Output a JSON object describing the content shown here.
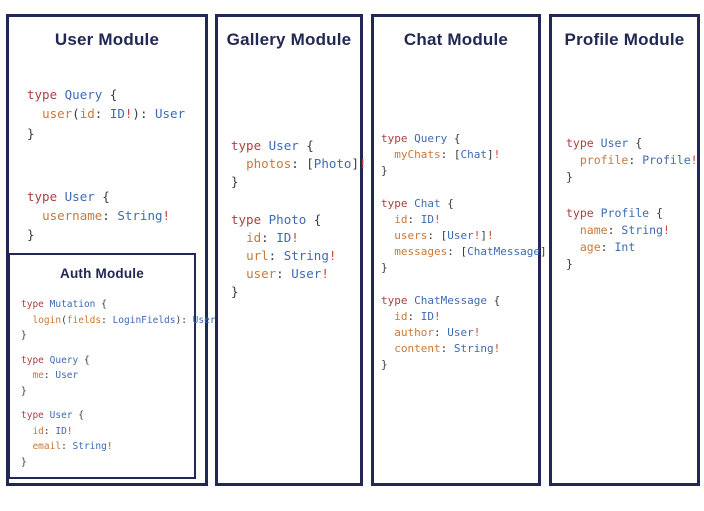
{
  "colors": {
    "background": "#ffffff",
    "navy": "#212853",
    "keyword": "#a94142",
    "type_name": "#3e6bb0",
    "field_name": "#c9793a",
    "punctuation": "#3b3b3b",
    "non_null_bang": "#c5473c"
  },
  "panels": [
    {
      "id": "user-module",
      "title": "User Module",
      "blocks": [
        {
          "lines": [
            [
              [
                "type",
                "kw"
              ],
              [
                " "
              ],
              [
                "Query",
                "type"
              ],
              [
                " {"
              ]
            ],
            [
              [
                "  "
              ],
              [
                "user",
                "field"
              ],
              [
                "("
              ],
              [
                "id",
                "field"
              ],
              [
                ": "
              ],
              [
                "ID",
                "type"
              ],
              [
                "!",
                "bang"
              ],
              [
                "): "
              ],
              [
                "User",
                "type"
              ]
            ],
            [
              [
                "}"
              ]
            ]
          ]
        },
        {
          "lines": [
            [
              [
                "type",
                "kw"
              ],
              [
                " "
              ],
              [
                "User",
                "type"
              ],
              [
                " {"
              ]
            ],
            [
              [
                "  "
              ],
              [
                "username",
                "field"
              ],
              [
                ": "
              ],
              [
                "String",
                "type"
              ],
              [
                "!",
                "bang"
              ]
            ],
            [
              [
                "}"
              ]
            ]
          ]
        }
      ],
      "sub_panel": {
        "id": "auth-module",
        "title": "Auth Module",
        "blocks": [
          {
            "lines": [
              [
                [
                  "type",
                  "kw"
                ],
                [
                  " "
                ],
                [
                  "Mutation",
                  "type"
                ],
                [
                  " {"
                ]
              ],
              [
                [
                  "  "
                ],
                [
                  "login",
                  "field"
                ],
                [
                  "("
                ],
                [
                  "fields",
                  "field"
                ],
                [
                  ": "
                ],
                [
                  "LoginFields",
                  "type"
                ],
                [
                  "): "
                ],
                [
                  "User",
                  "type"
                ]
              ],
              [
                [
                  "}"
                ]
              ]
            ]
          },
          {
            "lines": [
              [
                [
                  "type",
                  "kw"
                ],
                [
                  " "
                ],
                [
                  "Query",
                  "type"
                ],
                [
                  " {"
                ]
              ],
              [
                [
                  "  "
                ],
                [
                  "me",
                  "field"
                ],
                [
                  ": "
                ],
                [
                  "User",
                  "type"
                ]
              ],
              [
                [
                  "}"
                ]
              ]
            ]
          },
          {
            "lines": [
              [
                [
                  "type",
                  "kw"
                ],
                [
                  " "
                ],
                [
                  "User",
                  "type"
                ],
                [
                  " {"
                ]
              ],
              [
                [
                  "  "
                ],
                [
                  "id",
                  "field"
                ],
                [
                  ": "
                ],
                [
                  "ID",
                  "type"
                ],
                [
                  "!",
                  "bang"
                ]
              ],
              [
                [
                  "  "
                ],
                [
                  "email",
                  "field"
                ],
                [
                  ": "
                ],
                [
                  "String",
                  "type"
                ],
                [
                  "!",
                  "bang"
                ]
              ],
              [
                [
                  "}"
                ]
              ]
            ]
          }
        ]
      }
    },
    {
      "id": "gallery-module",
      "title": "Gallery Module",
      "blocks": [
        {
          "lines": [
            [
              [
                "type",
                "kw"
              ],
              [
                " "
              ],
              [
                "User",
                "type"
              ],
              [
                " {"
              ]
            ],
            [
              [
                "  "
              ],
              [
                "photos",
                "field"
              ],
              [
                ": ["
              ],
              [
                "Photo",
                "type"
              ],
              [
                "]"
              ],
              [
                "!",
                "bang"
              ]
            ],
            [
              [
                "}"
              ]
            ]
          ]
        },
        {
          "lines": [
            [
              [
                "type",
                "kw"
              ],
              [
                " "
              ],
              [
                "Photo",
                "type"
              ],
              [
                " {"
              ]
            ],
            [
              [
                "  "
              ],
              [
                "id",
                "field"
              ],
              [
                ": "
              ],
              [
                "ID",
                "type"
              ],
              [
                "!",
                "bang"
              ]
            ],
            [
              [
                "  "
              ],
              [
                "url",
                "field"
              ],
              [
                ": "
              ],
              [
                "String",
                "type"
              ],
              [
                "!",
                "bang"
              ]
            ],
            [
              [
                "  "
              ],
              [
                "user",
                "field"
              ],
              [
                ": "
              ],
              [
                "User",
                "type"
              ],
              [
                "!",
                "bang"
              ]
            ],
            [
              [
                "}"
              ]
            ]
          ]
        }
      ]
    },
    {
      "id": "chat-module",
      "title": "Chat Module",
      "blocks": [
        {
          "lines": [
            [
              [
                "type",
                "kw"
              ],
              [
                " "
              ],
              [
                "Query",
                "type"
              ],
              [
                " {"
              ]
            ],
            [
              [
                "  "
              ],
              [
                "myChats",
                "field"
              ],
              [
                ": ["
              ],
              [
                "Chat",
                "type"
              ],
              [
                "]"
              ],
              [
                "!",
                "bang"
              ]
            ],
            [
              [
                "}"
              ]
            ]
          ]
        },
        {
          "lines": [
            [
              [
                "type",
                "kw"
              ],
              [
                " "
              ],
              [
                "Chat",
                "type"
              ],
              [
                " {"
              ]
            ],
            [
              [
                "  "
              ],
              [
                "id",
                "field"
              ],
              [
                ": "
              ],
              [
                "ID",
                "type"
              ],
              [
                "!",
                "bang"
              ]
            ],
            [
              [
                "  "
              ],
              [
                "users",
                "field"
              ],
              [
                ": ["
              ],
              [
                "User",
                "type"
              ],
              [
                "!",
                "bang"
              ],
              [
                "]"
              ],
              [
                "!",
                "bang"
              ]
            ],
            [
              [
                "  "
              ],
              [
                "messages",
                "field"
              ],
              [
                ": ["
              ],
              [
                "ChatMessage",
                "type"
              ],
              [
                "]"
              ],
              [
                "!",
                "bang"
              ]
            ],
            [
              [
                "}"
              ]
            ]
          ]
        },
        {
          "lines": [
            [
              [
                "type",
                "kw"
              ],
              [
                " "
              ],
              [
                "ChatMessage",
                "type"
              ],
              [
                " {"
              ]
            ],
            [
              [
                "  "
              ],
              [
                "id",
                "field"
              ],
              [
                ": "
              ],
              [
                "ID",
                "type"
              ],
              [
                "!",
                "bang"
              ]
            ],
            [
              [
                "  "
              ],
              [
                "author",
                "field"
              ],
              [
                ": "
              ],
              [
                "User",
                "type"
              ],
              [
                "!",
                "bang"
              ]
            ],
            [
              [
                "  "
              ],
              [
                "content",
                "field"
              ],
              [
                ": "
              ],
              [
                "String",
                "type"
              ],
              [
                "!",
                "bang"
              ]
            ],
            [
              [
                "}"
              ]
            ]
          ]
        }
      ]
    },
    {
      "id": "profile-module",
      "title": "Profile Module",
      "blocks": [
        {
          "lines": [
            [
              [
                "type",
                "kw"
              ],
              [
                " "
              ],
              [
                "User",
                "type"
              ],
              [
                " {"
              ]
            ],
            [
              [
                "  "
              ],
              [
                "profile",
                "field"
              ],
              [
                ": "
              ],
              [
                "Profile",
                "type"
              ],
              [
                "!",
                "bang"
              ]
            ],
            [
              [
                "}"
              ]
            ]
          ]
        },
        {
          "lines": [
            [
              [
                "type",
                "kw"
              ],
              [
                " "
              ],
              [
                "Profile",
                "type"
              ],
              [
                " {"
              ]
            ],
            [
              [
                "  "
              ],
              [
                "name",
                "field"
              ],
              [
                ": "
              ],
              [
                "String",
                "type"
              ],
              [
                "!",
                "bang"
              ]
            ],
            [
              [
                "  "
              ],
              [
                "age",
                "field"
              ],
              [
                ": "
              ],
              [
                "Int",
                "type"
              ]
            ],
            [
              [
                "}"
              ]
            ]
          ]
        }
      ]
    }
  ]
}
